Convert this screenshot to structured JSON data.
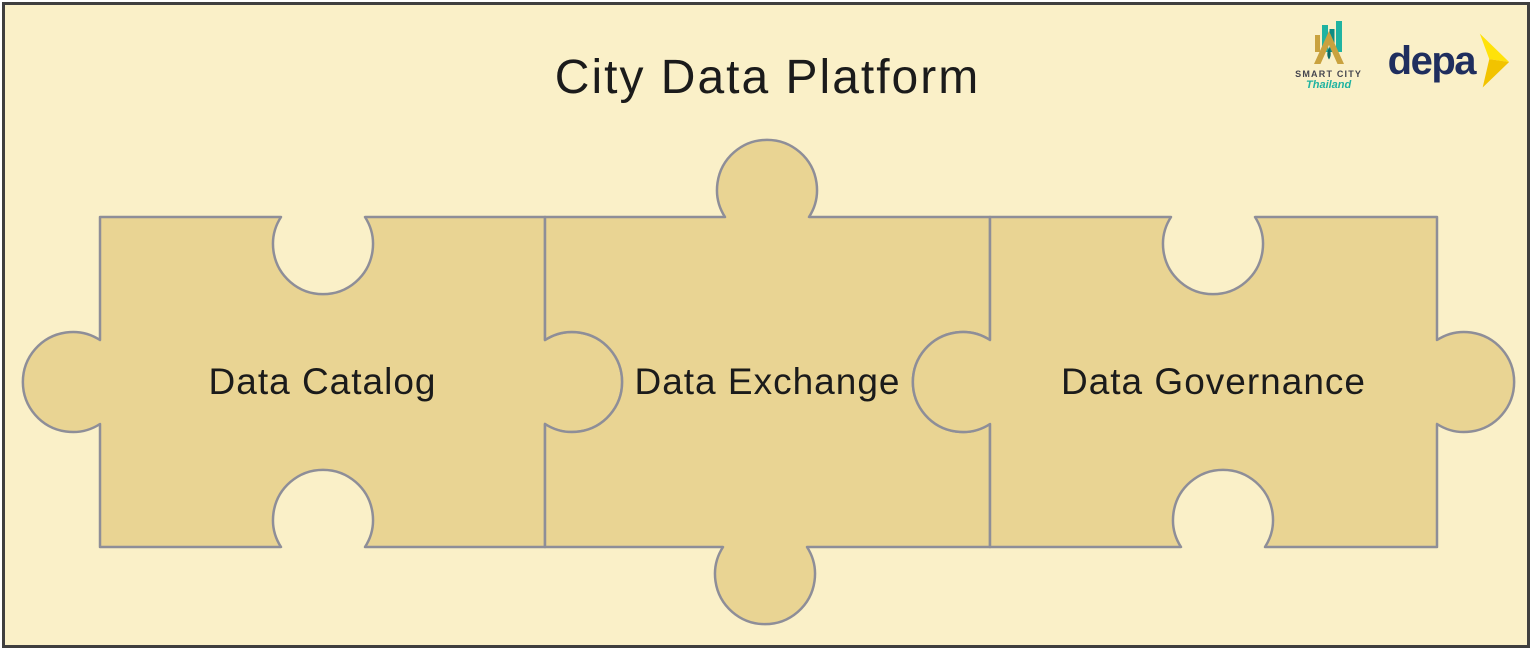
{
  "title": "City Data Platform",
  "pieces": [
    {
      "label": "Data Catalog"
    },
    {
      "label": "Data Exchange"
    },
    {
      "label": "Data Governance"
    }
  ],
  "logos": {
    "smart_city": {
      "line1": "SMART CITY",
      "line2": "Thailand"
    },
    "depa": {
      "text": "depa"
    }
  },
  "colors": {
    "background": "#FAF0C8",
    "piece_fill": "#E9D493",
    "piece_stroke": "#8E8E98",
    "frame_border": "#3F3F3F",
    "text": "#1B1B1B",
    "smart_city_teal": "#1FB3A1",
    "smart_city_teal_dark": "#0E8C84",
    "smart_city_gold": "#C9A23F",
    "smart_city_dark": "#0B6B66",
    "smart_city_text": "#45454F",
    "depa_navy": "#1F2E5E",
    "depa_yellow": "#FFE20A",
    "depa_yellow_dark": "#F2C300"
  }
}
